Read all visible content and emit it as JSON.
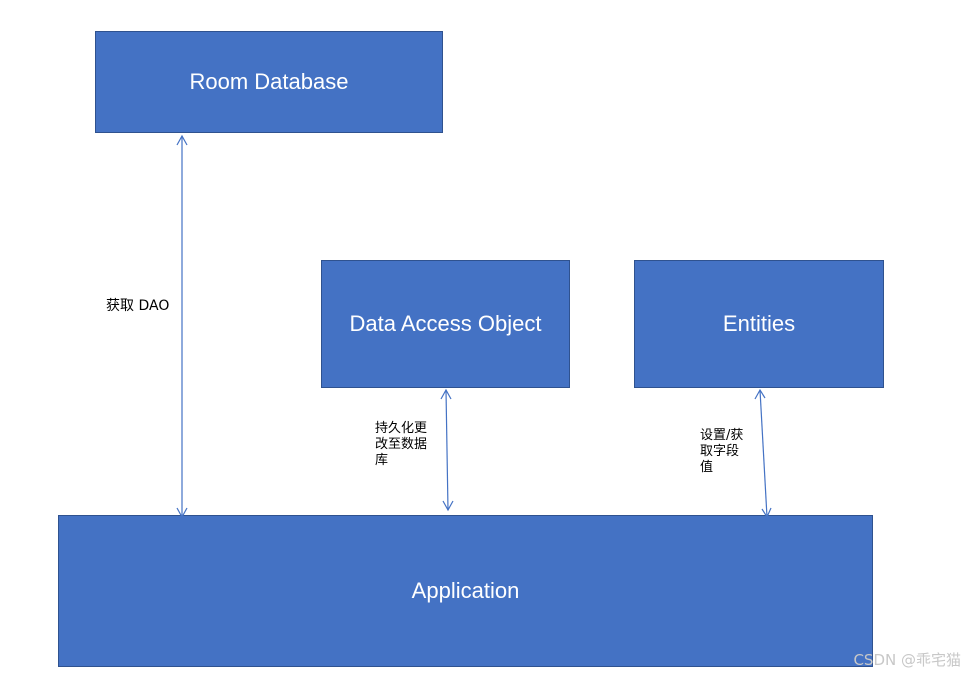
{
  "nodes": {
    "room_database": "Room Database",
    "data_access_object": "Data Access Object",
    "entities": "Entities",
    "application": "Application"
  },
  "edges": {
    "get_dao": "获取 DAO",
    "persist_changes": "持久化更改至数据库",
    "set_get_fields": "设置/获取字段值"
  },
  "colors": {
    "box_fill": "#4472c4",
    "box_border": "#2f528f",
    "arrow": "#4472c4"
  },
  "watermark": "CSDN @乖宅猫"
}
